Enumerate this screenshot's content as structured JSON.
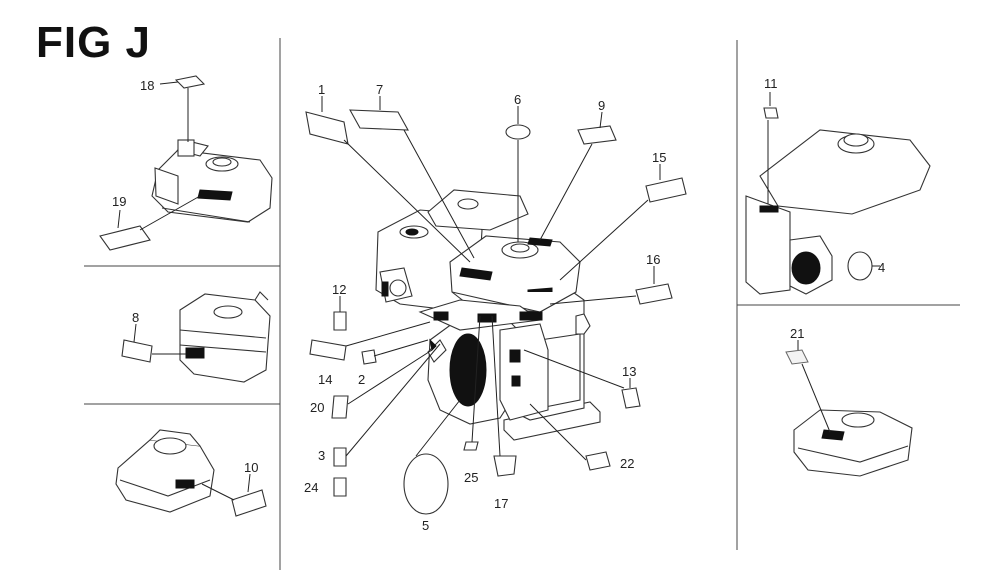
{
  "figure_title": "FIG J",
  "callouts": {
    "c1": "1",
    "c2": "2",
    "c3": "3",
    "c4": "4",
    "c5": "5",
    "c6": "6",
    "c7": "7",
    "c8": "8",
    "c9": "9",
    "c10": "10",
    "c11": "11",
    "c12": "12",
    "c13": "13",
    "c14": "14",
    "c15": "15",
    "c16": "16",
    "c17": "17",
    "c18": "18",
    "c19": "19",
    "c20": "20",
    "c21": "21",
    "c22": "22",
    "c24": "24",
    "c25": "25"
  }
}
